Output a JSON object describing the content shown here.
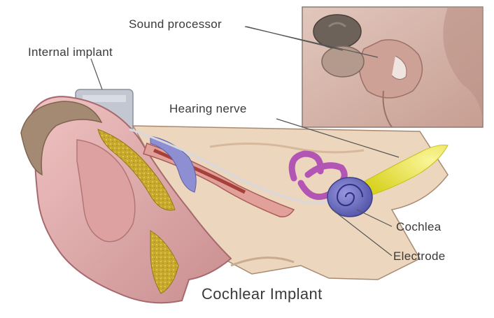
{
  "labels": {
    "sound_processor": "Sound processor",
    "internal_implant": "Internal implant",
    "hearing_nerve": "Hearing nerve",
    "cochlea": "Cochlea",
    "electrode": "Electrode"
  },
  "caption": "Cochlear Implant",
  "colors": {
    "skin": "#e8b0b0",
    "skin_shade": "#c98e90",
    "inset_bg": "#d6b6a9",
    "bone": "#efd8c0",
    "fat": "#c9ab2c",
    "nerve": "#e9e33a",
    "cochlea": "#6e6ec0",
    "canals": "#b255b5",
    "implant": "#c3c7d2"
  }
}
